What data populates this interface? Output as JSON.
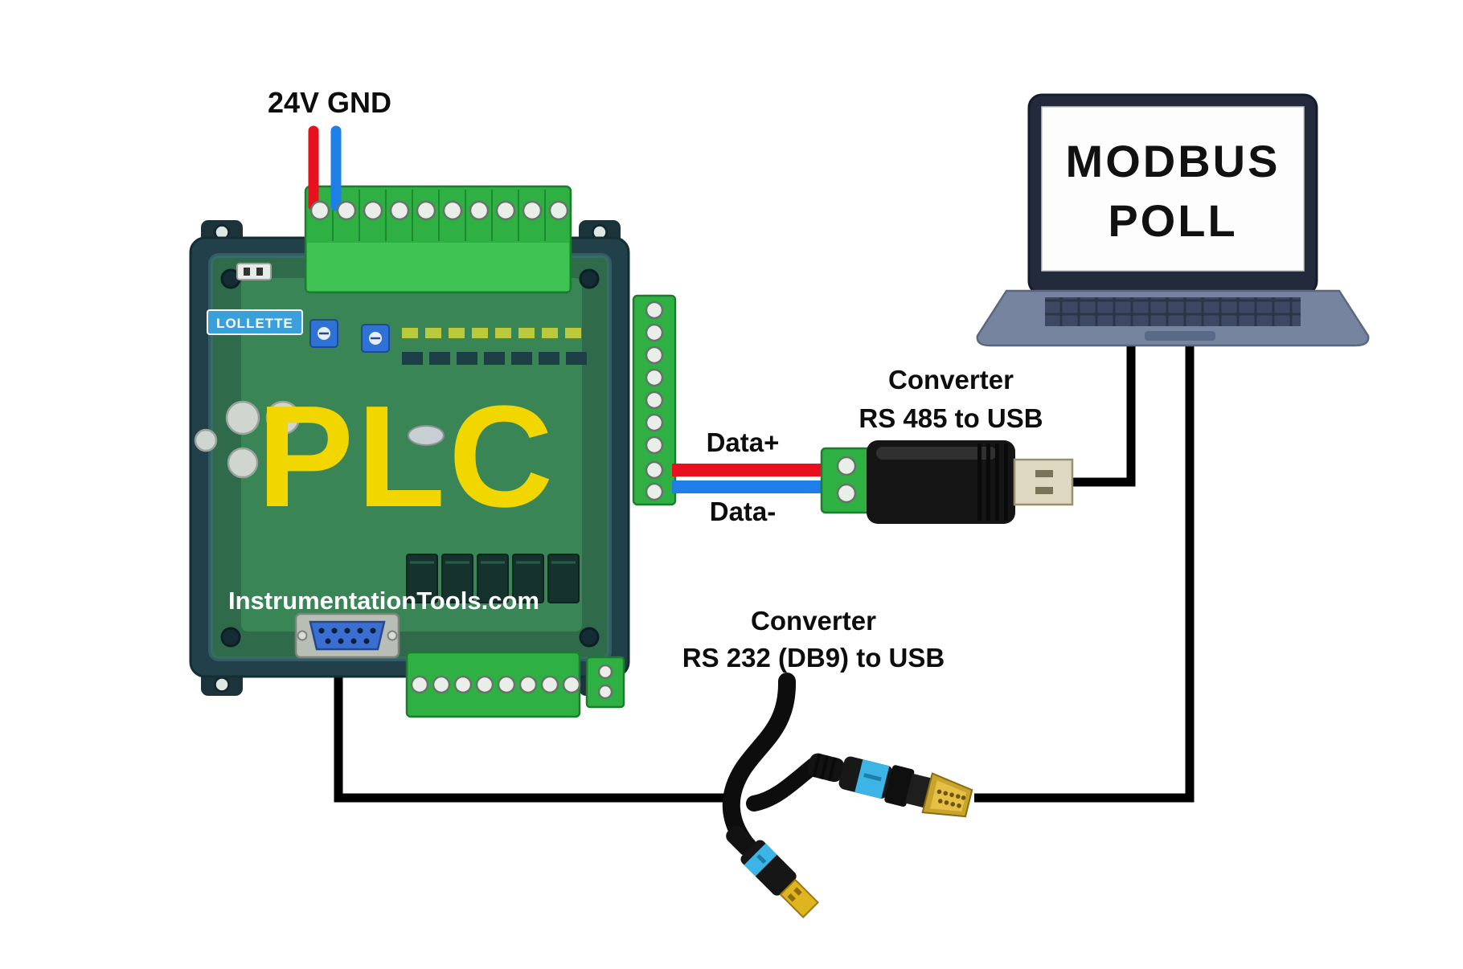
{
  "diagram": {
    "background": "#ffffff",
    "plc": {
      "power_label": "24V GND",
      "brand_label": "LOLLETTE",
      "board_label": "PLC",
      "watermark": "InstrumentationTools.com"
    },
    "laptop": {
      "screen_text_line1": "MODBUS",
      "screen_text_line2": "POLL"
    },
    "rs485_converter": {
      "title": "Converter",
      "subtitle": "RS 485 to USB",
      "data_plus_label": "Data+",
      "data_minus_label": "Data-"
    },
    "rs232_converter": {
      "title": "Converter",
      "subtitle": "RS 232 (DB9) to USB"
    },
    "colors": {
      "power_24v_wire": "#e8101d",
      "gnd_wire": "#1f7fe8",
      "data_plus_wire": "#e8101d",
      "data_minus_wire": "#1f7fe8",
      "plc_text": "#f2d600",
      "terminal_block": "#2fb043",
      "connection_line": "#000000",
      "label_text": "#0d0d0d",
      "screen_text": "#111111",
      "laptop_base": "#76849f",
      "converter_blue_band": "#3cb4e6",
      "usb_gold": "#e0b41f",
      "brand_badge": "#3aa0dc"
    }
  }
}
